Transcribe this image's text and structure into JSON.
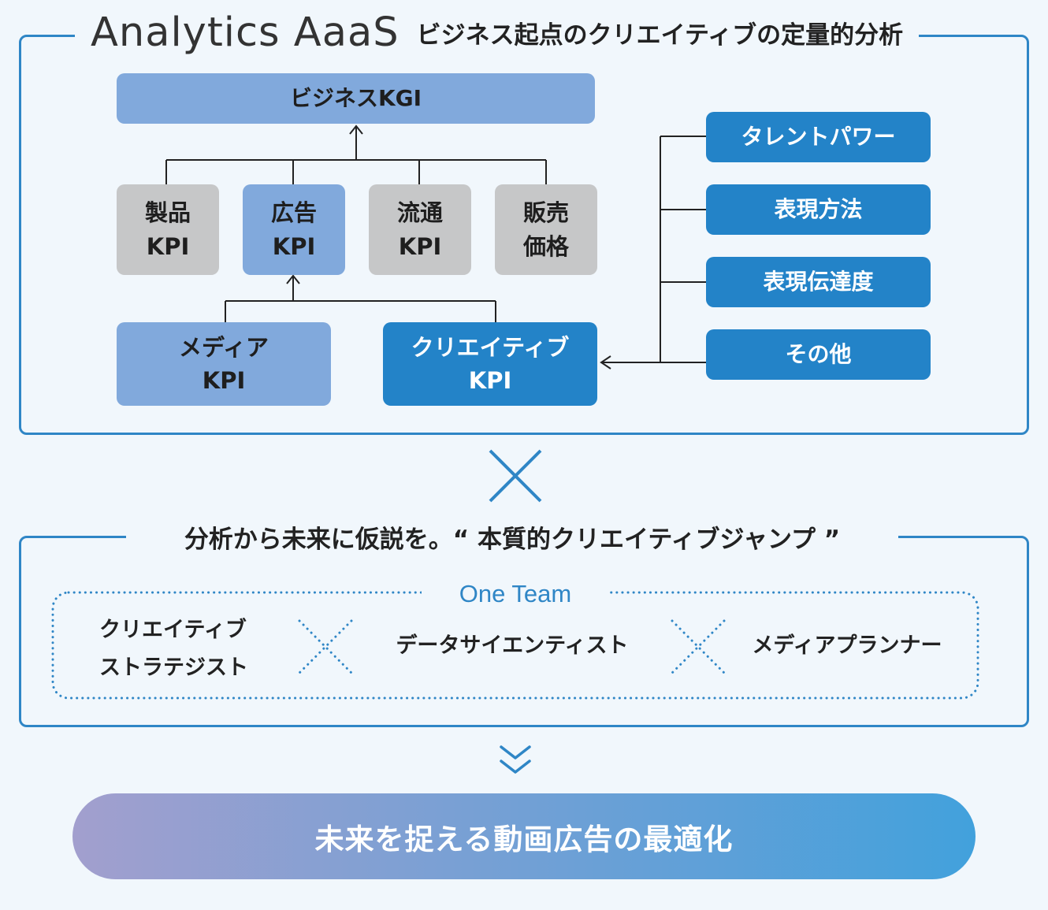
{
  "header": {
    "brand": "Analytics AaaS",
    "tagline": "ビジネス起点のクリエイティブの定量的分析"
  },
  "diagram": {
    "kgi": "ビジネスKGI",
    "kpis": [
      {
        "label": "製品\nKPI"
      },
      {
        "label": "広告\nKPI"
      },
      {
        "label": "流通\nKPI"
      },
      {
        "label": "販売\n価格"
      }
    ],
    "sub_kpis": [
      {
        "label": "メディア\nKPI"
      },
      {
        "label": "クリエイティブ\nKPI"
      }
    ],
    "factors": [
      "タレントパワー",
      "表現方法",
      "表現伝達度",
      "その他"
    ]
  },
  "section2": {
    "title": "分析から未来に仮説を。“ 本質的クリエイティブジャンプ ”",
    "team_label": "One Team",
    "roles": [
      "クリエイティブ\nストラテジスト",
      "データサイエンティスト",
      "メディアプランナー"
    ]
  },
  "result": {
    "label": "未来を捉える動画広告の最適化"
  },
  "colors": {
    "accent": "#2f86c6",
    "light_box": "#81a9dc",
    "gray_box": "#c6c7c8",
    "dark_box": "#2383c8",
    "gradient_start": "#a29fce",
    "gradient_end": "#42a1dc"
  }
}
